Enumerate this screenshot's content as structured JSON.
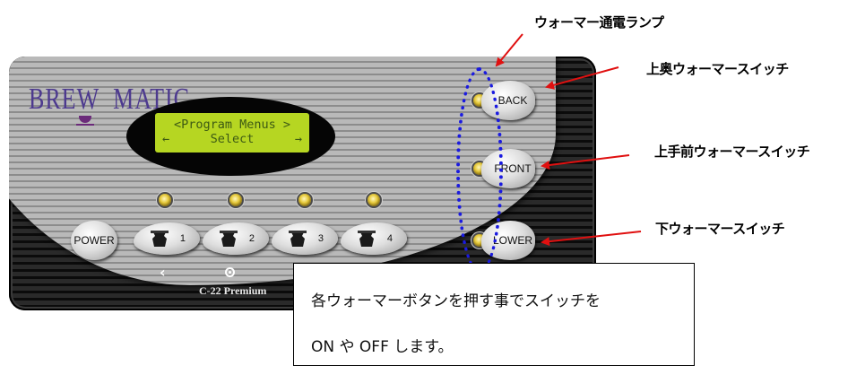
{
  "panel": {
    "logo": "BREW",
    "logo_2": "MATIC",
    "lcd_line1": "<Program Menus >",
    "lcd_line2": "Select",
    "lcd_arrow_left": "←",
    "lcd_arrow_right": "→",
    "power_label": "POWER",
    "pot_buttons": [
      "1",
      "2",
      "3",
      "4"
    ],
    "side_buttons": [
      "BACK",
      "FRONT",
      "LOWER"
    ],
    "nav_left": "‹",
    "model": "C-22 Premium"
  },
  "annotations": {
    "indicator_lamp": "ウォーマー通電ランプ",
    "back_switch": "上奥ウォーマースイッチ",
    "front_switch": "上手前ウォーマースイッチ",
    "lower_switch": "下ウォーマースイッチ"
  },
  "note": {
    "line1": "各ウォーマーボタンを押す事でスイッチを",
    "line2": "ON や OFF します。"
  },
  "colors": {
    "lcd_background": "#b6d622",
    "lcd_text": "#3d5a14",
    "led": "#e6c93a",
    "highlight_oval": "#1a1ae0",
    "arrow": "#e01010",
    "logo": "#4d3a8f"
  }
}
